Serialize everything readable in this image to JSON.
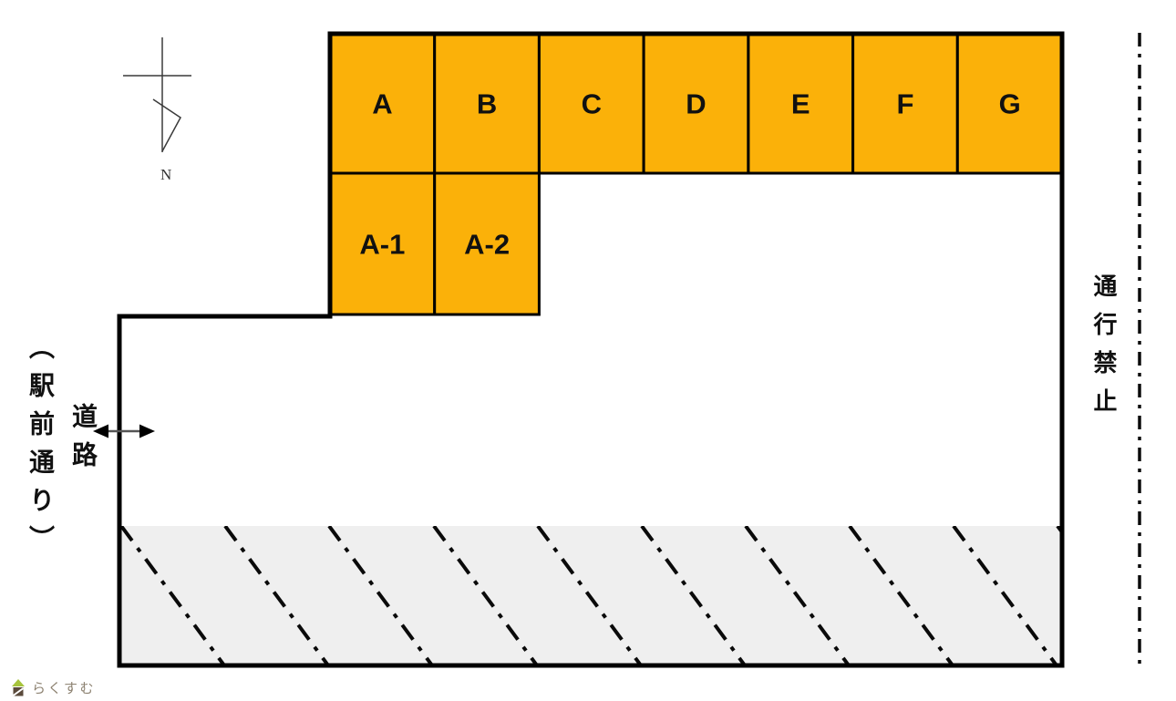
{
  "diagram": {
    "compass": {
      "north_label": "N"
    },
    "spots_row1": [
      {
        "label": "A"
      },
      {
        "label": "B"
      },
      {
        "label": "C"
      },
      {
        "label": "D"
      },
      {
        "label": "E"
      },
      {
        "label": "F"
      },
      {
        "label": "G"
      }
    ],
    "spots_row2": [
      {
        "label": "A-1"
      },
      {
        "label": "A-2"
      }
    ],
    "left_street_label": "（駅前通り）",
    "road_label": "道路",
    "no_passage_label": "通行禁止",
    "colors": {
      "spot_fill": "#FBB109",
      "hatch_background": "#EFEFEF",
      "outline": "#000000",
      "logo_text": "#8C8170",
      "logo_roof_green": "#A7C43C",
      "logo_body_brown": "#5A4A3B"
    }
  },
  "footer": {
    "logo_text": "らくすむ"
  }
}
